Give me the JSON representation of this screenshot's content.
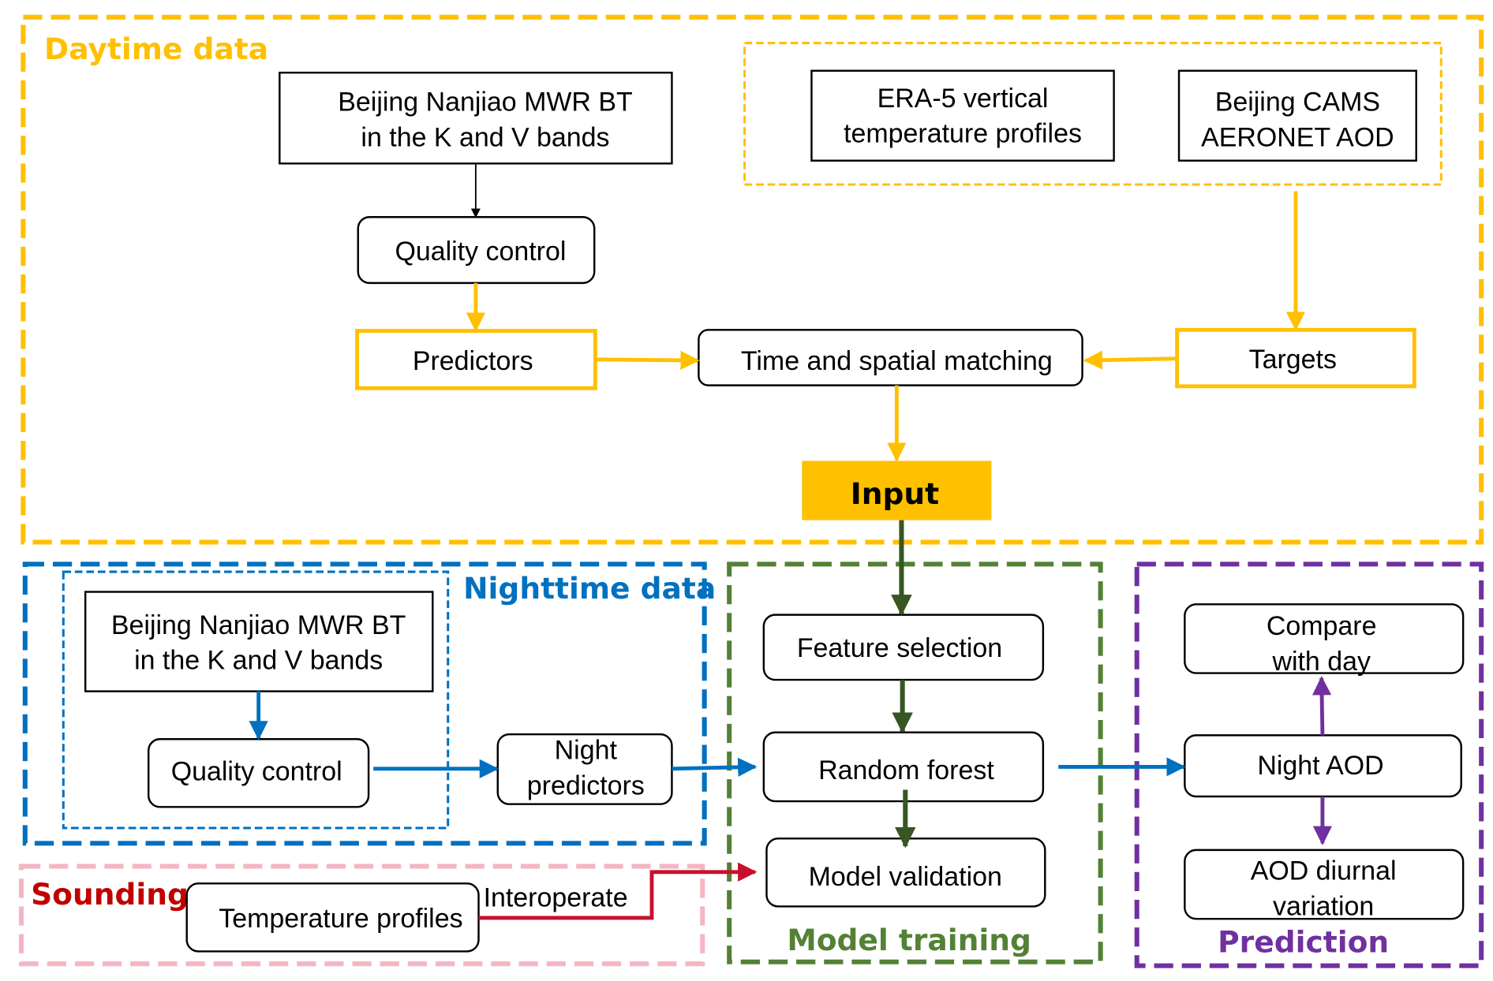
{
  "colors": {
    "daytime": "#FFC000",
    "nighttime": "#0070C0",
    "model_training": "#538135",
    "model_arrow": "#375623",
    "prediction": "#7030A0",
    "sounding_border": "#F4B6C2",
    "sounding_title": "#C00000",
    "sounding_arrow": "#C8102E",
    "input_fill": "#FFC000",
    "black": "#000000"
  },
  "groups": {
    "daytime": {
      "title": "Daytime data"
    },
    "nighttime": {
      "title": "Nighttime data"
    },
    "model_training": {
      "title": "Model training"
    },
    "prediction": {
      "title": "Prediction"
    },
    "sounding": {
      "title": "Sounding"
    }
  },
  "nodes": {
    "day_mwr": {
      "line1": "Beijing Nanjiao MWR BT",
      "line2": "in the K and V bands"
    },
    "era5": {
      "line1": "ERA-5 vertical",
      "line2": "temperature profiles"
    },
    "cams": {
      "line1": "Beijing CAMS",
      "line2": "AERONET AOD"
    },
    "day_qc": {
      "label": "Quality control"
    },
    "predictors": {
      "label": "Predictors"
    },
    "matching": {
      "label": "Time and spatial matching"
    },
    "targets": {
      "label": "Targets"
    },
    "input": {
      "label": "Input"
    },
    "night_mwr": {
      "line1": "Beijing Nanjiao MWR BT",
      "line2": "in the K and V bands"
    },
    "night_qc": {
      "label": "Quality control"
    },
    "night_predictors": {
      "line1": "Night",
      "line2": "predictors"
    },
    "feature_selection": {
      "label": "Feature selection"
    },
    "random_forest": {
      "label": "Random forest"
    },
    "model_validation": {
      "label": "Model validation"
    },
    "compare_day": {
      "line1": "Compare",
      "line2": "with day"
    },
    "night_aod": {
      "label": "Night AOD"
    },
    "aod_diurnal": {
      "line1": "AOD diurnal",
      "line2": "variation"
    },
    "temperature_profiles": {
      "label": "Temperature profiles"
    }
  },
  "edge_labels": {
    "interoperate": "Interoperate"
  }
}
